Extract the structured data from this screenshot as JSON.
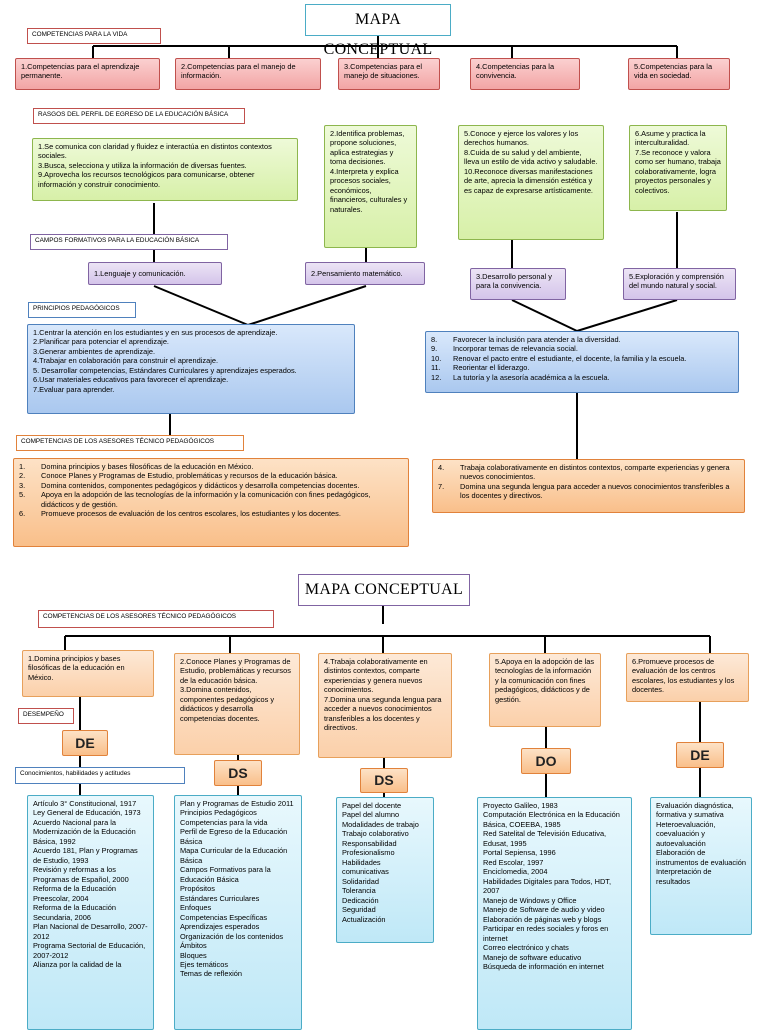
{
  "map1": {
    "title": "MAPA CONCEPTUAL",
    "label_competencias": "COMPETENCIAS PARA LA VIDA",
    "competencias": [
      "1.Competencias para el aprendizaje permanente.",
      "2.Competencias para el manejo de información.",
      "3.Competencias para el manejo de situaciones.",
      "4.Competencias para la convivencia.",
      "5.Competencias para la vida en sociedad."
    ],
    "label_rasgos": "RASGOS DEL PERFIL DE EGRESO DE LA EDUCACIÓN BÁSICA",
    "rasgos_1": [
      "1.Se comunica con claridad y fluidez e interactúa en distintos contextos sociales.",
      "3.Busca, selecciona y utiliza la información de diversas fuentes.",
      "9.Aprovecha los recursos tecnológicos para comunicarse, obtener información y construir conocimiento."
    ],
    "rasgos_2": [
      "2.Identifica problemas, propone soluciones, aplica estrategias y toma decisiones.",
      "4.Interpreta y explica procesos sociales, económicos, financieros, culturales y naturales."
    ],
    "rasgos_3": [
      "5.Conoce y ejerce los valores y los derechos humanos.",
      "8.Cuida de su salud y del ambiente, lleva un estilo de vida activo y saludable.",
      "10.Reconoce diversas manifestaciones de arte, aprecia la dimensión estética y es capaz de expresarse artísticamente."
    ],
    "rasgos_4": [
      "6.Asume y practica la interculturalidad.",
      "7.Se reconoce y valora como ser humano, trabaja colaborativamente, logra proyectos personales y colectivos."
    ],
    "label_campos": "CAMPOS FORMATIVOS PARA LA EDUCACIÓN BÁSICA",
    "campos": [
      "1.Lenguaje y comunicación.",
      "2.Pensamiento matemático.",
      "3.Desarrollo personal y para la convivencia.",
      "5.Exploración y comprensión del mundo natural y social."
    ],
    "label_principios": "PRINCIPIOS PEDAGÓGICOS",
    "principios_1": [
      "1.Centrar la atención en los estudiantes y en sus procesos de aprendizaje.",
      "2.Planificar para potenciar el aprendizaje.",
      "3.Generar ambientes de aprendizaje.",
      "4.Trabajar en colaboración para construir el aprendizaje.",
      "5. Desarrollar competencias, Estándares Curriculares y aprendizajes esperados.",
      "6.Usar materiales educativos para favorecer el aprendizaje.",
      "7.Evaluar para aprender."
    ],
    "principios_2": [
      {
        "n": "8.",
        "t": "Favorecer la inclusión para atender a la diversidad."
      },
      {
        "n": "9.",
        "t": "Incorporar temas de relevancia social."
      },
      {
        "n": "10.",
        "t": "Renovar el pacto entre el estudiante, el docente, la familia y la escuela."
      },
      {
        "n": "11.",
        "t": "Reorientar el liderazgo."
      },
      {
        "n": "12.",
        "t": "La tutoría y la asesoría académica a la escuela."
      }
    ],
    "label_asesores": "COMPETENCIAS DE LOS ASESORES TÉCNICO PEDAGÓGICOS",
    "asesores_1": [
      {
        "n": "1.",
        "t": "Domina principios y bases filosóficas de la educación en México."
      },
      {
        "n": "2.",
        "t": "Conoce Planes y Programas de Estudio, problemáticas y recursos de la educación básica."
      },
      {
        "n": "3.",
        "t": "Domina contenidos, componentes pedagógicos y didácticos y desarrolla competencias docentes."
      },
      {
        "n": "5.",
        "t": "Apoya en la adopción de las tecnologías de la información y la comunicación con fines pedagógicos, didácticos y de gestión."
      },
      {
        "n": "6.",
        "t": "Promueve procesos de evaluación de los centros escolares, los estudiantes y los docentes."
      }
    ],
    "asesores_2": [
      {
        "n": "4.",
        "t": "Trabaja colaborativamente en distintos contextos, comparte experiencias y genera nuevos conocimientos."
      },
      {
        "n": "7.",
        "t": "Domina una segunda lengua para acceder a nuevos conocimientos transferibles a los docentes y directivos."
      }
    ]
  },
  "map2": {
    "title": "MAPA CONCEPTUAL",
    "label_asesores": "COMPETENCIAS DE LOS ASESORES TÉCNICO PEDAGÓGICOS",
    "label_desempeno": "DESEMPEÑO",
    "label_conocimientos": "Conocimientos, habilidades y actitudes",
    "competencias": [
      "1.Domina principios y bases filosóficas de la educación en México.",
      "2.Conoce Planes y Programas de Estudio, problemáticas y recursos de la educación básica.\n3.Domina contenidos, componentes pedagógicos y didácticos y desarrolla competencias docentes.",
      "4.Trabaja colaborativamente en distintos contextos, comparte experiencias y genera nuevos conocimientos.\n7.Domina una segunda lengua para acceder a nuevos conocimientos transferibles a los docentes y directivos.",
      "5.Apoya en la adopción de las tecnologías de la información y la comunicación con fines pedagógicos, didácticos y de gestión.",
      "6.Promueve procesos de evaluación de los centros escolares, los estudiantes y los docentes."
    ],
    "tags": [
      "DE",
      "DS",
      "DS",
      "DO",
      "DE"
    ],
    "lists": [
      [
        "Artículo 3° Constitucional, 1917",
        "Ley General de Educación, 1973",
        "Acuerdo Nacional para la Modernización de la Educación Básica, 1992",
        "Acuerdo 181, Plan y Programas de Estudio, 1993",
        "Revisión y reformas a los Programas de Español, 2000",
        "Reforma de la Educación Preescolar, 2004",
        "Reforma de la Educación Secundaria, 2006",
        "Plan Nacional de Desarrollo, 2007-2012",
        "Programa Sectorial de Educación, 2007-2012",
        "Alianza por la calidad de la"
      ],
      [
        "Plan y Programas de Estudio 2011",
        "Principios Pedagógicos",
        "Competencias para la vida",
        "Perfil de Egreso de la Educación Básica",
        "Mapa Curricular de la Educación Básica",
        "Campos Formativos para la Educación Básica",
        "Propósitos",
        "Estándares Curriculares",
        "Enfoques",
        "Competencias Específicas",
        "Aprendizajes esperados",
        "Organización de los contenidos",
        "Ámbitos",
        "Bloques",
        "Ejes temáticos",
        "Temas de reflexión"
      ],
      [
        "Papel del docente",
        "Papel del alumno",
        "Modalidades de trabajo",
        "Trabajo colaborativo",
        "Responsabilidad",
        "Profesionalismo",
        "Habilidades comunicativas",
        "Solidaridad",
        "Tolerancia",
        "Dedicación",
        "Seguridad",
        "Actualización"
      ],
      [
        "Proyecto Galileo, 1983",
        "Computación Electrónica en la Educación Básica, COEEBA, 1985",
        "Red Satelital de Televisión Educativa, Edusat, 1995",
        "Portal Sepiensa, 1996",
        "Red Escolar, 1997",
        "Enciclomedia, 2004",
        "Habilidades Digitales para Todos, HDT, 2007",
        "Manejo de Windows y Office",
        "Manejo de Software de audio y video",
        "Elaboración de páginas web y blogs",
        "Participar en redes sociales y foros en internet",
        "Correo electrónico y chats",
        "Manejo de software educativo",
        "Búsqueda de información en internet"
      ],
      [
        "Evaluación diagnóstica, formativa y sumativa",
        "Heteroevaluación, coevaluación y autoevaluación",
        "Elaboración de instrumentos de evaluación",
        "Interpretación de resultados"
      ]
    ]
  }
}
